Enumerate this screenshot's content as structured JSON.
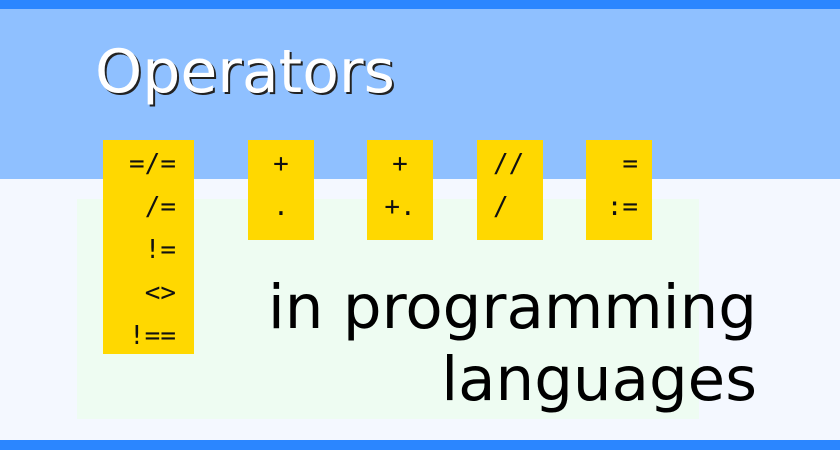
{
  "title": "Operators",
  "operator_groups": [
    {
      "operators": [
        "=/=",
        "/=",
        "!=",
        "<>",
        "!=="
      ]
    },
    {
      "operators": [
        "+",
        "."
      ]
    },
    {
      "operators": [
        "+",
        "+."
      ]
    },
    {
      "operators": [
        "//",
        "/"
      ]
    },
    {
      "operators": [
        "=",
        ":="
      ]
    }
  ],
  "subtitle": {
    "line1": "in programming",
    "line2": "languages"
  },
  "colors": {
    "border": "#2b86ff",
    "header_band": "#8fc0ff",
    "background": "#f4f8ff",
    "panel": "#eefcf2",
    "operator_box": "#ffd800",
    "title_text": "#ffffff",
    "subtitle_text": "#000000"
  }
}
